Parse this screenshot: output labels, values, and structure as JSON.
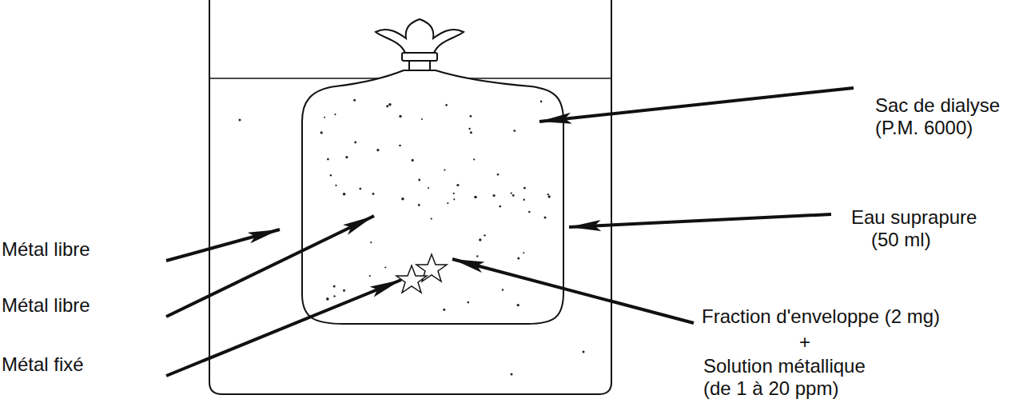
{
  "diagram": {
    "labels": [
      "Sac de dialyse",
      "(P.M. 6000)",
      "Eau suprapure",
      "(50 ml)",
      "Métal libre",
      "Métal libre",
      "Métal fixé",
      "Fraction d'enveloppe (2 mg)",
      "+",
      "Solution métallique",
      "(de 1 à 20 ppm)"
    ]
  }
}
